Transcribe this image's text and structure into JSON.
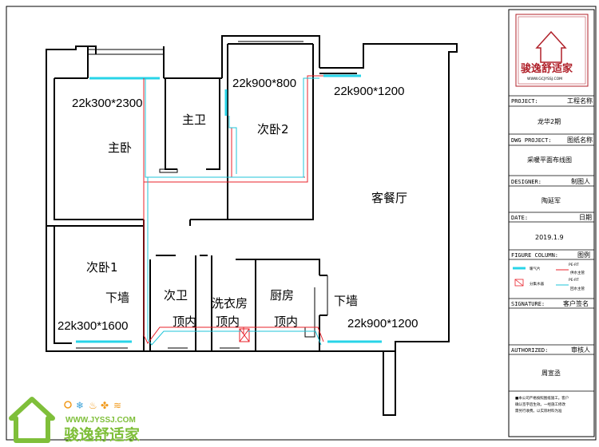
{
  "plan": {
    "rooms": {
      "master_bedroom": "主卧",
      "master_bath": "主卫",
      "second_bedroom_2": "次卧2",
      "living_dining": "客餐厅",
      "second_bedroom_1": "次卧1",
      "second_bath": "次卫",
      "laundry": "洗衣房",
      "kitchen": "厨房"
    },
    "radiators": {
      "master": "22k300*2300",
      "bedroom2": "22k900*800",
      "living": "22k900*1200",
      "bedroom1": "22k300*1600",
      "kitchen_side": "22k900*1200"
    },
    "notes": {
      "down_wall_left": "下墙",
      "down_wall_right": "下墙",
      "ceiling_bath": "顶内",
      "ceiling_laundry": "顶内",
      "ceiling_kitchen": "顶内"
    }
  },
  "title_block": {
    "logo_brand": "骏逸舒适家",
    "logo_url": "WWW.GCJYSSJ.COM",
    "project_label": "PROJECT:",
    "project_label_cn": "工程名称",
    "project_value": "龙华2期",
    "dwg_label": "DWG PROJECT:",
    "dwg_label_cn": "图纸名称",
    "dwg_value": "采暖平面布线图",
    "designer_label": "DESIGNER:",
    "designer_label_cn": "制图人",
    "designer_value": "陶延军",
    "date_label": "DATE:",
    "date_label_cn": "日期",
    "date_value": "2019.1.9",
    "figure_label": "FIGURE COLUMN:",
    "figure_label_cn": "图例",
    "legend": {
      "l1": "暖气片",
      "l2": "供水主管",
      "l2_sub": "PE-RT",
      "l3": "分集水器",
      "l4": "回水主管",
      "l4_sub": "PE-RT"
    },
    "signature_label": "SIGNATURE:",
    "signature_label_cn": "客户签名",
    "authorized_label": "AUTHORIZED:",
    "authorized_label_cn": "审核人",
    "authorized_value": "周宣丞",
    "disclaimer_1": "■本公司严格按照图纸施工。客户",
    "disclaimer_2": "确认签字后生效。一经施工修改",
    "disclaimer_3": "需另行收费。以实际材料为准"
  },
  "watermark": {
    "url": "WWW.JYSSJ.COM",
    "brand": "骏逸舒适家"
  },
  "colors": {
    "wall": "#000000",
    "supply_pipe": "#e8202a",
    "return_pipe": "#1fc4d8",
    "radiator": "#28d4e8",
    "logo_green": "#7fbf3a",
    "logo_red": "#b0212a"
  }
}
